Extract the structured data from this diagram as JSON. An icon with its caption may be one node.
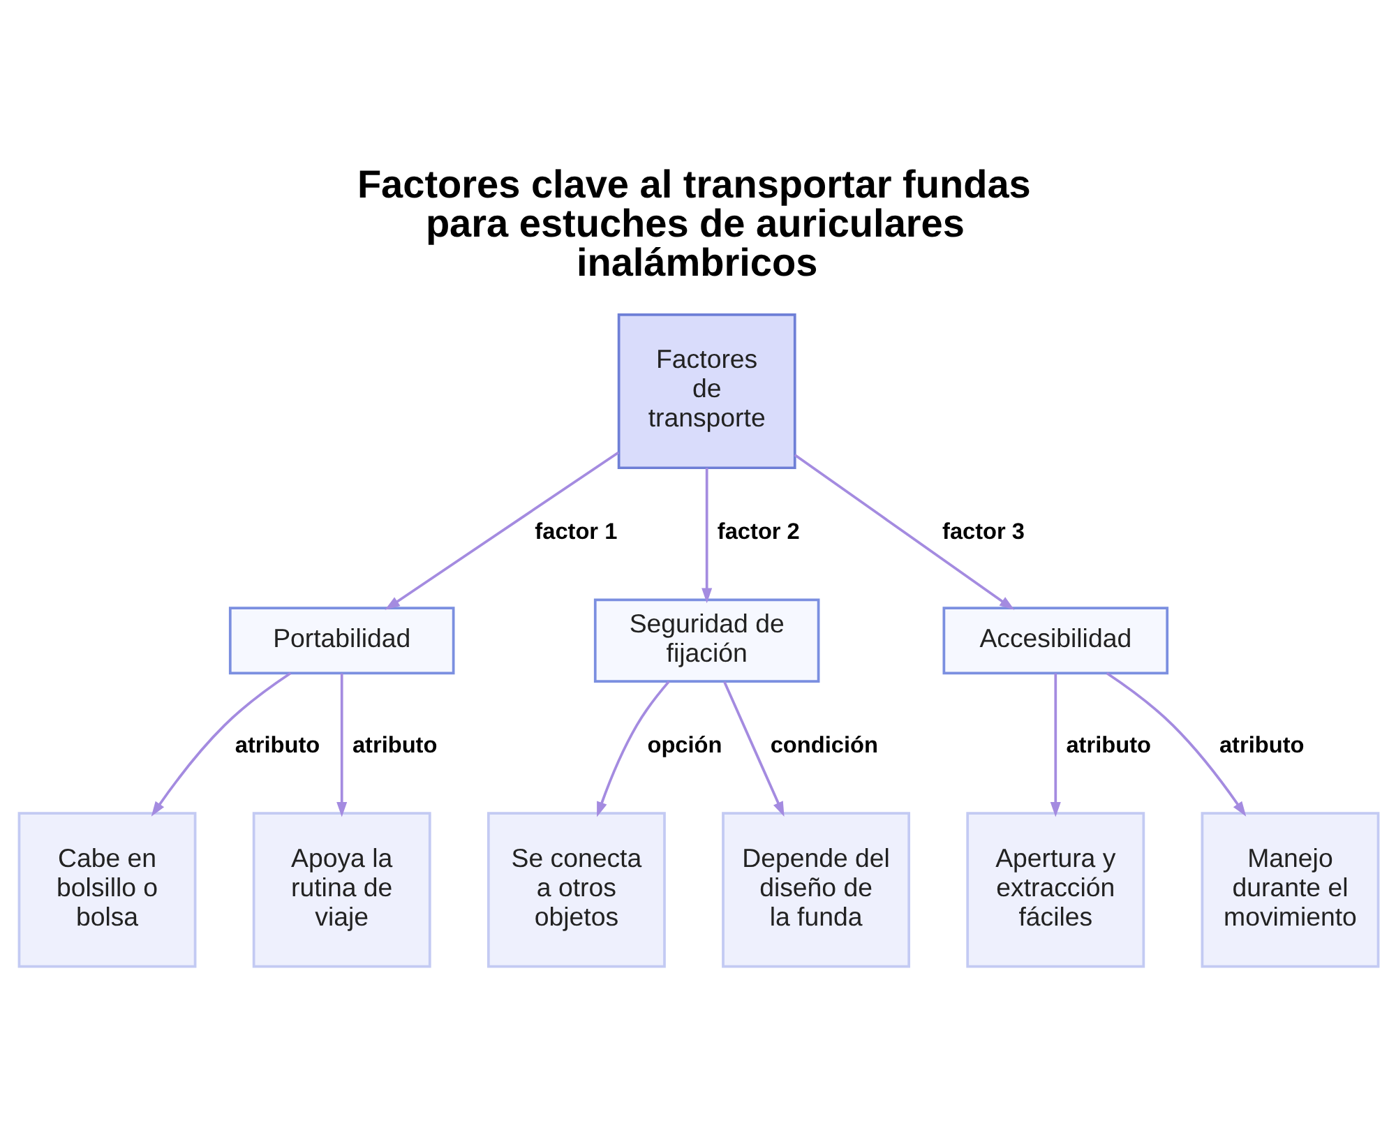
{
  "diagram": {
    "title": "Factores clave al transportar fundas para estuches de auriculares inalámbricos",
    "nodes": [
      {
        "text": [
          "Factores de transporte"
        ]
      },
      {
        "text": [
          "Portabilidad"
        ]
      },
      {
        "text": [
          "Seguridad de fijación"
        ]
      },
      {
        "text": [
          "Accesibilidad"
        ]
      },
      {
        "text": [
          "Cabe en bolsillo o bolsa"
        ]
      },
      {
        "text": [
          "Apoya la rutina de viaje"
        ]
      },
      {
        "text": [
          "Se conecta a otros objetos"
        ]
      },
      {
        "text": [
          "Depende del diseño de la funda"
        ]
      },
      {
        "text": [
          "Apertura y extracción fáciles"
        ]
      },
      {
        "text": [
          "Manejo durante el movimiento"
        ]
      }
    ],
    "edges": [
      {
        "from": 0,
        "to": 1,
        "arrow": "to",
        "label": "factor 1"
      },
      {
        "from": 0,
        "to": 2,
        "arrow": "to",
        "label": "factor 2"
      },
      {
        "from": 0,
        "to": 3,
        "arrow": "to",
        "label": "factor 3"
      },
      {
        "from": 1,
        "to": 4,
        "arrow": "to",
        "label": "atributo"
      },
      {
        "from": 1,
        "to": 5,
        "arrow": "to",
        "label": "atributo"
      },
      {
        "from": 2,
        "to": 6,
        "arrow": "to",
        "label": "opción"
      },
      {
        "from": 2,
        "to": 7,
        "arrow": "to",
        "label": "condición"
      },
      {
        "from": 3,
        "to": 8,
        "arrow": "to",
        "label": "atributo"
      },
      {
        "from": 3,
        "to": 9,
        "arrow": "to",
        "label": "atributo"
      }
    ]
  }
}
